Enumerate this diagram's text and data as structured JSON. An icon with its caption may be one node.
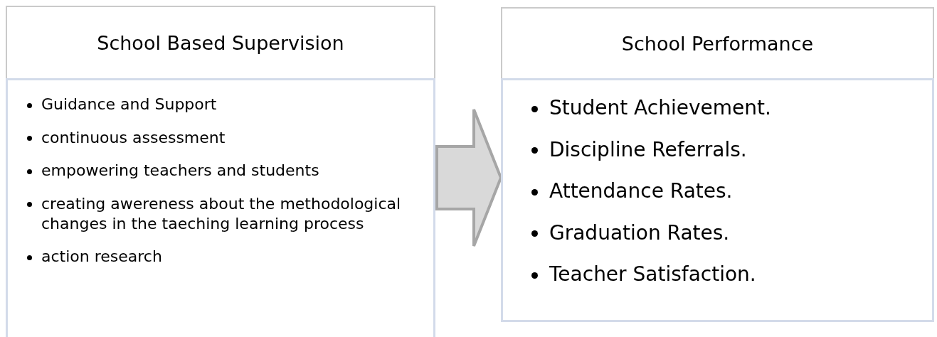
{
  "diagram": {
    "nodes": [
      {
        "text": [
          "School Based Supervision"
        ]
      },
      {
        "text": [
          "Guidance and Support",
          "continuous assessment",
          "empowering teachers and students",
          "creating awereness about the methodological changes in the taeching learning process",
          "action research"
        ]
      },
      {
        "text": [
          "School Performance"
        ]
      },
      {
        "text": [
          "Student Achievement.",
          "Discipline Referrals.",
          "Attendance Rates.",
          "Graduation Rates.",
          "Teacher Satisfaction."
        ]
      }
    ],
    "edges": [
      {
        "from": 1,
        "to": 3,
        "arrow": "to"
      }
    ]
  }
}
